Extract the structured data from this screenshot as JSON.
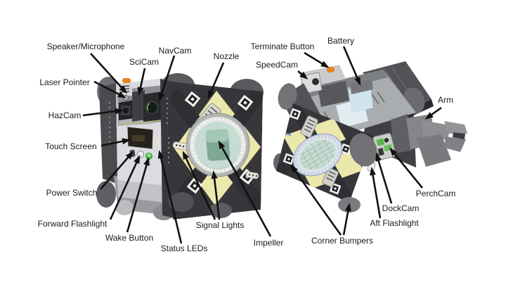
{
  "labels": {
    "speaker_microphone": "Speaker/Microphone",
    "scicam": "SciCam",
    "navcam": "NavCam",
    "nozzle": "Nozzle",
    "laser_pointer": "Laser Pointer",
    "hazcam": "HazCam",
    "touch_screen": "Touch Screen",
    "power_switch": "Power Switch",
    "forward_flashlight": "Forward Flashlight",
    "wake_button": "Wake Button",
    "status_leds": "Status LEDs",
    "signal_lights": "Signal Lights",
    "impeller": "Impeller",
    "terminate_button": "Terminate Button",
    "battery": "Battery",
    "speedcam": "SpeedCam",
    "arm": "Arm",
    "perchcam": "PerchCam",
    "dockcam": "DockCam",
    "aft_flashlight": "Aft Flashlight",
    "corner_bumpers": "Corner Bumpers"
  },
  "colors": {
    "label_text": "#1a1a1a",
    "arrow": "#111111",
    "panel_yellow": "#ece7ab",
    "body_dark": "#37373b",
    "band_dark": "#2f2f33",
    "face_light": "#dcdce0",
    "bumper_gray": "#6f6f73",
    "impeller_green": "#c6dcd3",
    "impeller_hub": "#7ea796",
    "battery_blue": "#cfe4ef",
    "terminate_orange": "#e8831f",
    "wake_green": "#46b54c",
    "arm_gray": "#85858a"
  }
}
